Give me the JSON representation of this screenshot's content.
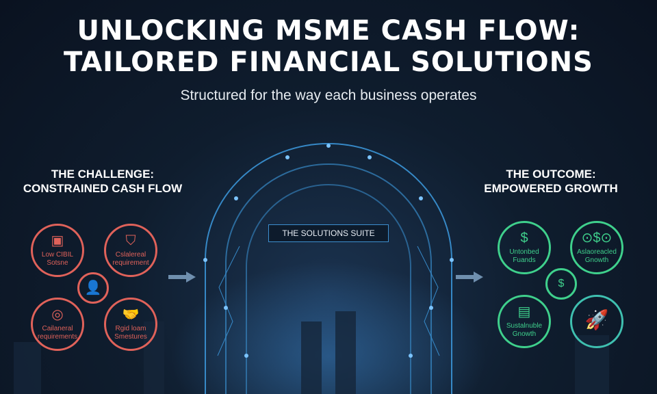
{
  "title": {
    "line1": "UNLOCKING MSME CASH FLOW:",
    "line2": "TAILORED FINANCIAL SOLUTIONS"
  },
  "subtitle": "Structured for the way each business operates",
  "challenge": {
    "line1": "THE CHALLENGE:",
    "line2": "CONSTRAINED CASH FLOW",
    "items": [
      {
        "l1": "Low CIBIL",
        "l2": "Sotsne",
        "icon": "chart-screen-icon"
      },
      {
        "l1": "Cslalereal",
        "l2": "requirement",
        "icon": "shield-pin-icon"
      },
      {
        "l1": "Cailaneral",
        "l2": "requirements",
        "icon": "laptop-target-icon"
      },
      {
        "l1": "Rgid loam",
        "l2": "Smestures",
        "icon": "handshake-icon"
      }
    ],
    "center_icon": "person-icon"
  },
  "suite_label": "THE SOLUTIONS SUITE",
  "outcome": {
    "line1": "THE OUTCOME:",
    "line2": "EMPOWERED GROWTH",
    "items": [
      {
        "l1": "Untonbed",
        "l2": "Fuands",
        "icon": "money-bag-icon"
      },
      {
        "l1": "Aslaoreacled",
        "l2": "Gnowth",
        "icon": "banknote-icon"
      },
      {
        "l1": "Sustalnuble",
        "l2": "Gnowth",
        "icon": "money-chart-icon"
      },
      {
        "l1": "",
        "l2": "",
        "icon": "rocket-icon"
      }
    ],
    "center_icon": "shield-dollar-icon"
  },
  "colors": {
    "challenge": "#e0625a",
    "outcome": "#3fd08c",
    "arch": "#3d9be0"
  }
}
